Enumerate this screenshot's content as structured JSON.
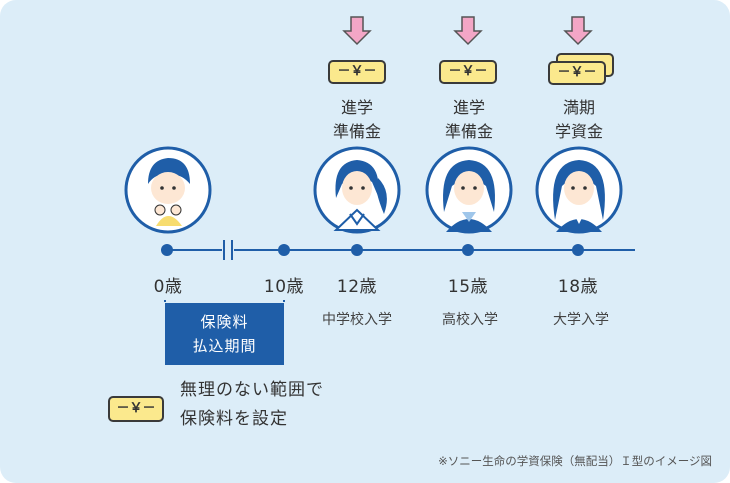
{
  "benefits": [
    {
      "line1": "進学",
      "line2": "準備金"
    },
    {
      "line1": "進学",
      "line2": "準備金"
    },
    {
      "line1": "満期",
      "line2": "学資金"
    }
  ],
  "coin_symbol": "－￥－",
  "ages": [
    "0歳",
    "10歳",
    "12歳",
    "15歳",
    "18歳"
  ],
  "events": [
    "中学校入学",
    "高校入学",
    "大学入学"
  ],
  "payment_period": {
    "line1": "保険料",
    "line2": "払込期間"
  },
  "legend": {
    "line1": "無理のない範囲で",
    "line2": "保険料を設定"
  },
  "footnote": "※ソニー生命の学資保険（無配当）Ｉ型のイメージ図",
  "colors": {
    "background": "#dcedf8",
    "timeline": "#1f5ea8",
    "payment_box": "#1f5ea8",
    "coin_fill": "#fbe98d",
    "arrow_fill": "#f3a6c6"
  }
}
